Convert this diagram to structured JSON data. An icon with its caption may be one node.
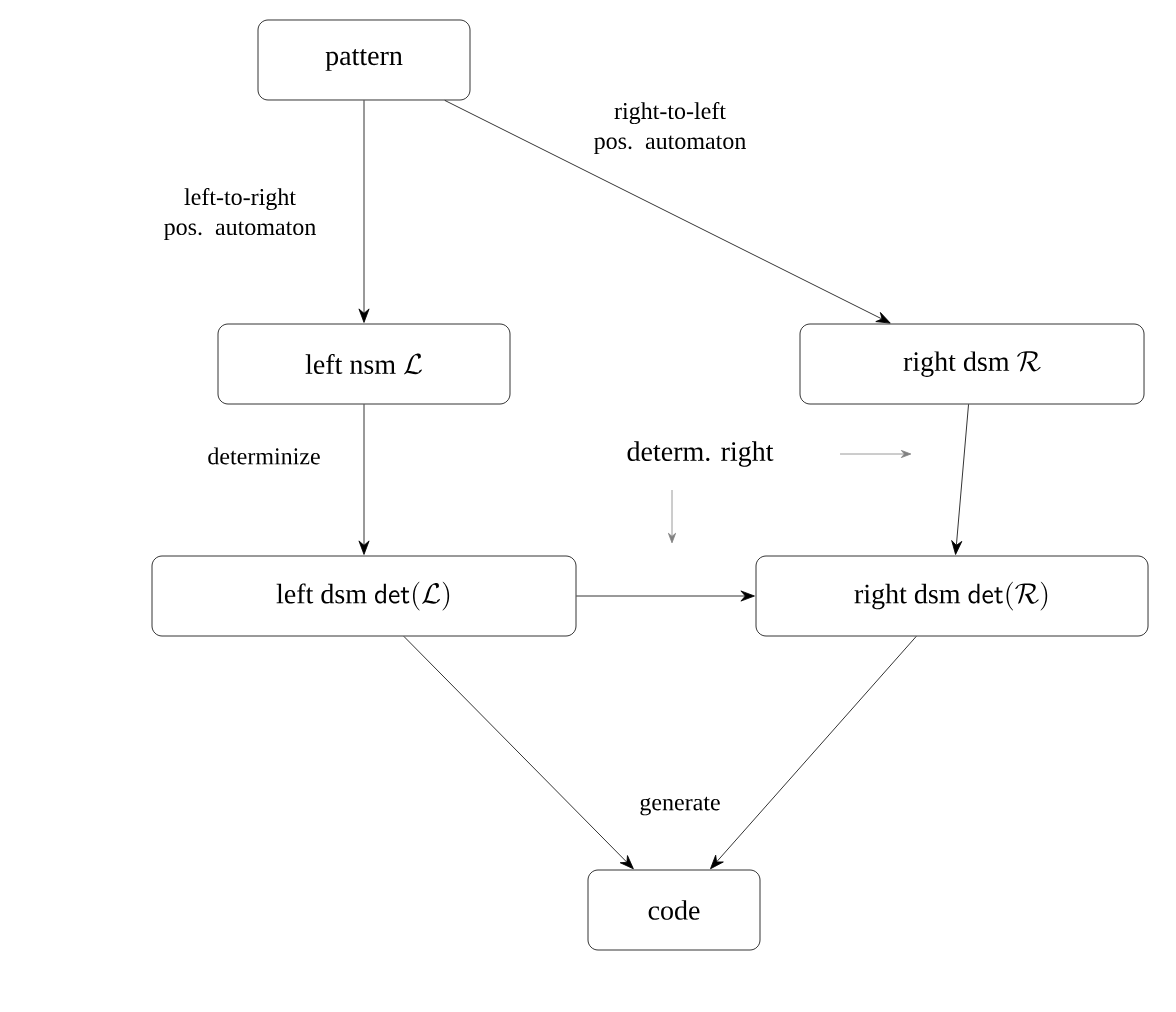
{
  "diagram": {
    "nodes": [
      {
        "text": [
          "pattern"
        ]
      },
      {
        "text": [
          "\\text{left nsm }\\mathcal{L}"
        ]
      },
      {
        "text": [
          "\\text{right dsm }\\mathcal{R}"
        ]
      },
      {
        "text": [
          "\\text{left dsm }\\mathsf{det}(\\mathcal{L})"
        ]
      },
      {
        "text": [
          "\\text{right dsm }\\mathsf{det}(\\mathcal{R})"
        ]
      },
      {
        "text": [
          "code"
        ]
      }
    ],
    "edges": [
      {
        "from": 0,
        "to": 1,
        "arrow": "to",
        "label": "left-to-right pos. automaton"
      },
      {
        "from": 0,
        "to": 2,
        "arrow": "to",
        "label": "right-to-left pos. automaton"
      },
      {
        "from": 1,
        "to": 3,
        "arrow": "to",
        "label": "determinize"
      },
      {
        "from": 2,
        "to": 4,
        "arrow": "to"
      },
      {
        "from": 3,
        "to": 4,
        "arrow": "to"
      },
      {
        "from": 3,
        "to": 5,
        "arrow": "to",
        "label": "generate"
      },
      {
        "from": 4,
        "to": 5,
        "arrow": "to"
      }
    ],
    "labels": [
      "determ. right"
    ]
  }
}
